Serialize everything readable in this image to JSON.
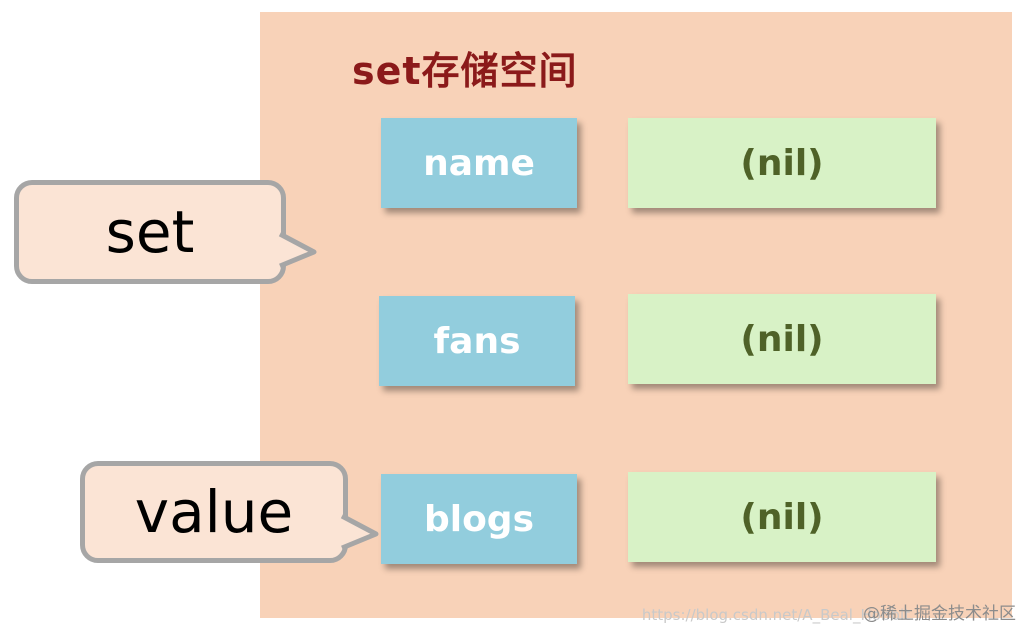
{
  "panel": {
    "title": "set存储空间"
  },
  "rows": [
    {
      "key": "name",
      "value": "(nil)"
    },
    {
      "key": "fans",
      "value": "(nil)"
    },
    {
      "key": "blogs",
      "value": "(nil)"
    }
  ],
  "callouts": {
    "set_label": "set",
    "value_label": "value"
  },
  "watermark": {
    "url": "https://blog.csdn.net/A_Beal_Hobbit",
    "site": "@稀土掘金技术社区"
  },
  "colors": {
    "panel_bg": "#f8d2b8",
    "key_bg": "#92cddd",
    "value_bg": "#d8f2c6",
    "title": "#8b1a1a",
    "value_text": "#4f6228",
    "bubble_bg": "#fbe4d5",
    "bubble_border": "#a6a6a6"
  }
}
